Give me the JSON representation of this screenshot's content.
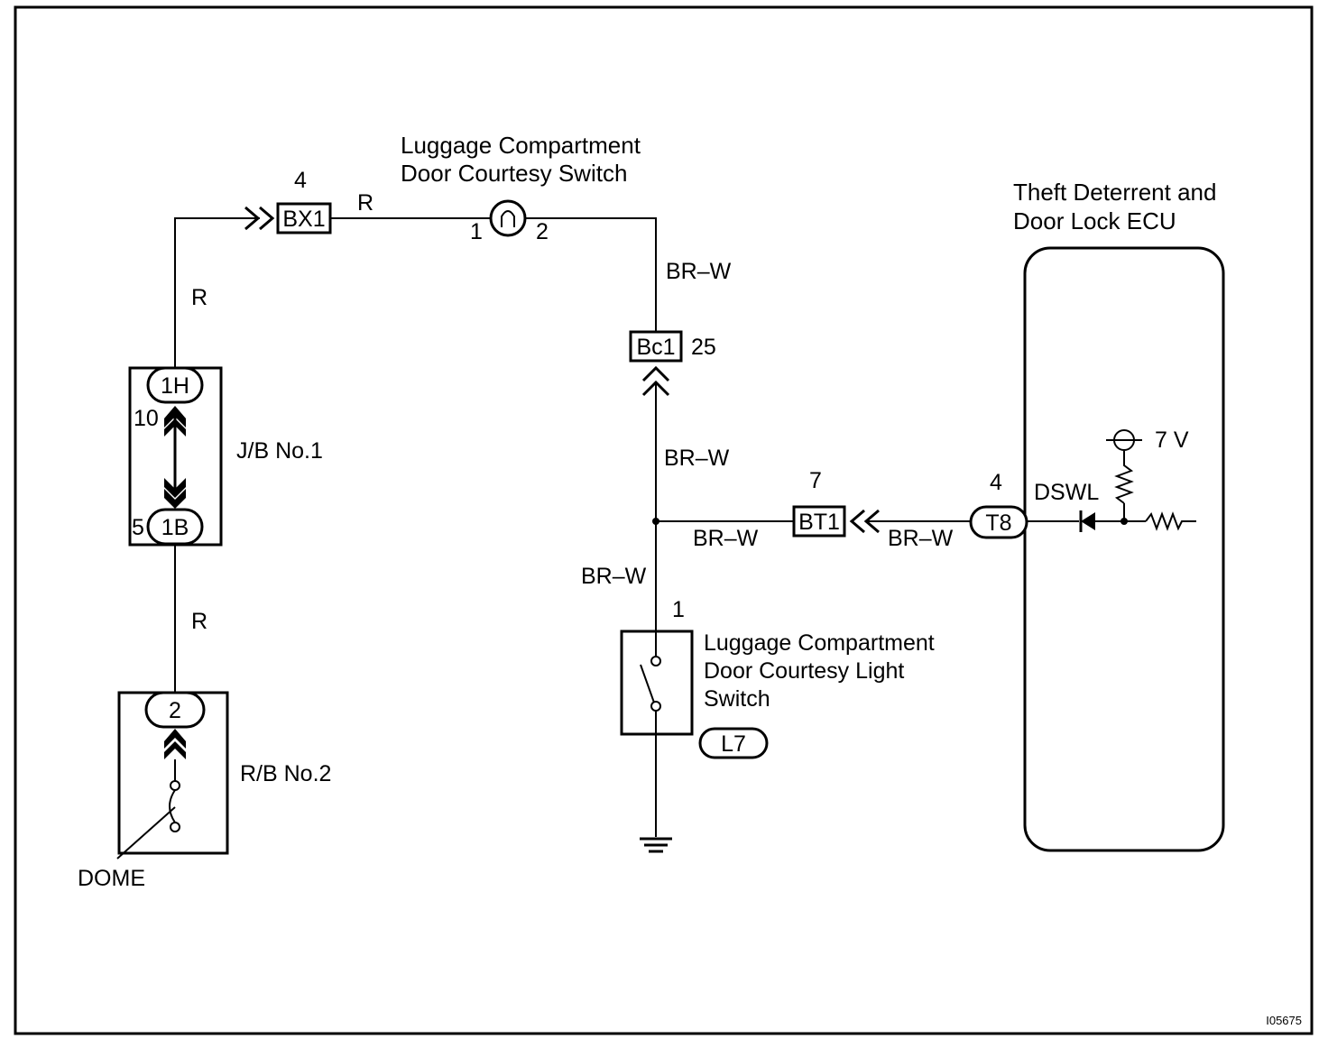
{
  "figure_id": "I05675",
  "components": {
    "jb": {
      "label": "J/B No.1",
      "pin_top": "1H",
      "pin_top_num": "10",
      "pin_bottom": "1B",
      "pin_bottom_num": "5"
    },
    "rb": {
      "label": "R/B No.2",
      "pin": "2",
      "fuse_label": "DOME"
    },
    "luggage_switch": {
      "line1": "Luggage Compartment",
      "line2": "Door Courtesy Switch",
      "pin_left": "1",
      "pin_right": "2"
    },
    "light_switch": {
      "line1": "Luggage Compartment",
      "line2": "Door Courtesy Light",
      "line3": "Switch",
      "pin": "1",
      "connector": "L7"
    },
    "ecu": {
      "line1": "Theft Deterrent and",
      "line2": "Door Lock ECU",
      "connector": "T8",
      "pin": "4",
      "signal": "DSWL",
      "voltage": "7 V"
    }
  },
  "connectors": {
    "bx1": {
      "name": "BX1",
      "pin": "4"
    },
    "bc1": {
      "name": "Bc1",
      "pin": "25"
    },
    "bt1": {
      "name": "BT1",
      "pin": "7"
    }
  },
  "wires": {
    "r_upper": "R",
    "r_top": "R",
    "r_lower": "R",
    "brw_1": "BR–W",
    "brw_2": "BR–W",
    "brw_3": "BR–W",
    "brw_4": "BR–W",
    "brw_5": "BR–W"
  }
}
